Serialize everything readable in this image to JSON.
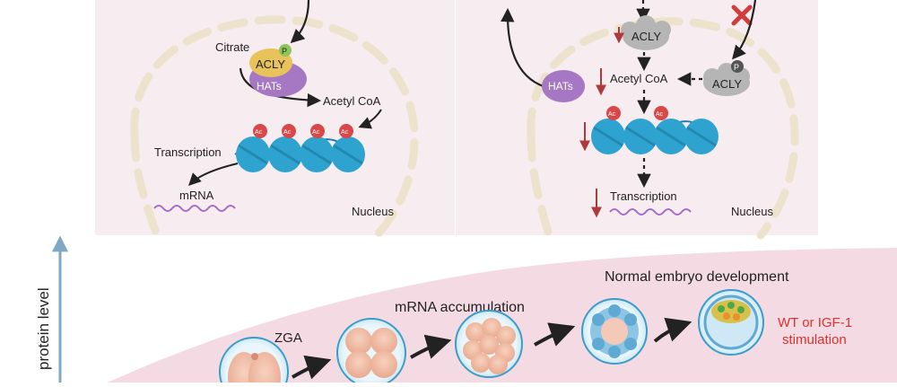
{
  "left_panel": {
    "citrate_label": "Citrate",
    "acly_label": "ACLY",
    "phospho_label": "P",
    "hats_label": "HATs",
    "acetyl_coa_label": "Acetyl CoA",
    "ac_label": "Ac",
    "transcription_label": "Transcription",
    "mrna_label": "mRNA",
    "nucleus_label": "Nucleus"
  },
  "right_panel": {
    "acly_label": "ACLY",
    "hats_label": "HATs",
    "acetyl_coa_label": "Acetyl CoA",
    "acly_p_label": "ACLY",
    "phospho_label": "P",
    "ac_label": "Ac",
    "transcription_label": "Transcription",
    "nucleus_label": "Nucleus"
  },
  "timeline": {
    "y_axis_label": "protein level",
    "zga_label": "ZGA",
    "mrna_accumulation_label": "mRNA accumulation",
    "normal_development_label": "Normal embryo development",
    "stimulation_line1": "WT or IGF-1",
    "stimulation_line2": "stimulation"
  },
  "colors": {
    "panel_bg": "#f7ecf0",
    "nucleus_dash": "#ede3cc",
    "acly_yellow": "#e8c25a",
    "hats_purple": "#a678c4",
    "phospho_green": "#8fc65a",
    "ac_red": "#d94848",
    "dna_blue": "#2ea3cf",
    "mrna_purple": "#a46ec8",
    "down_arrow_red": "#b03a3a",
    "blocked_red": "#d43c3c",
    "timeline_pink": "#f4dbe3",
    "axis_blue": "#7fa8c4",
    "stimulation_red": "#e0302c"
  }
}
